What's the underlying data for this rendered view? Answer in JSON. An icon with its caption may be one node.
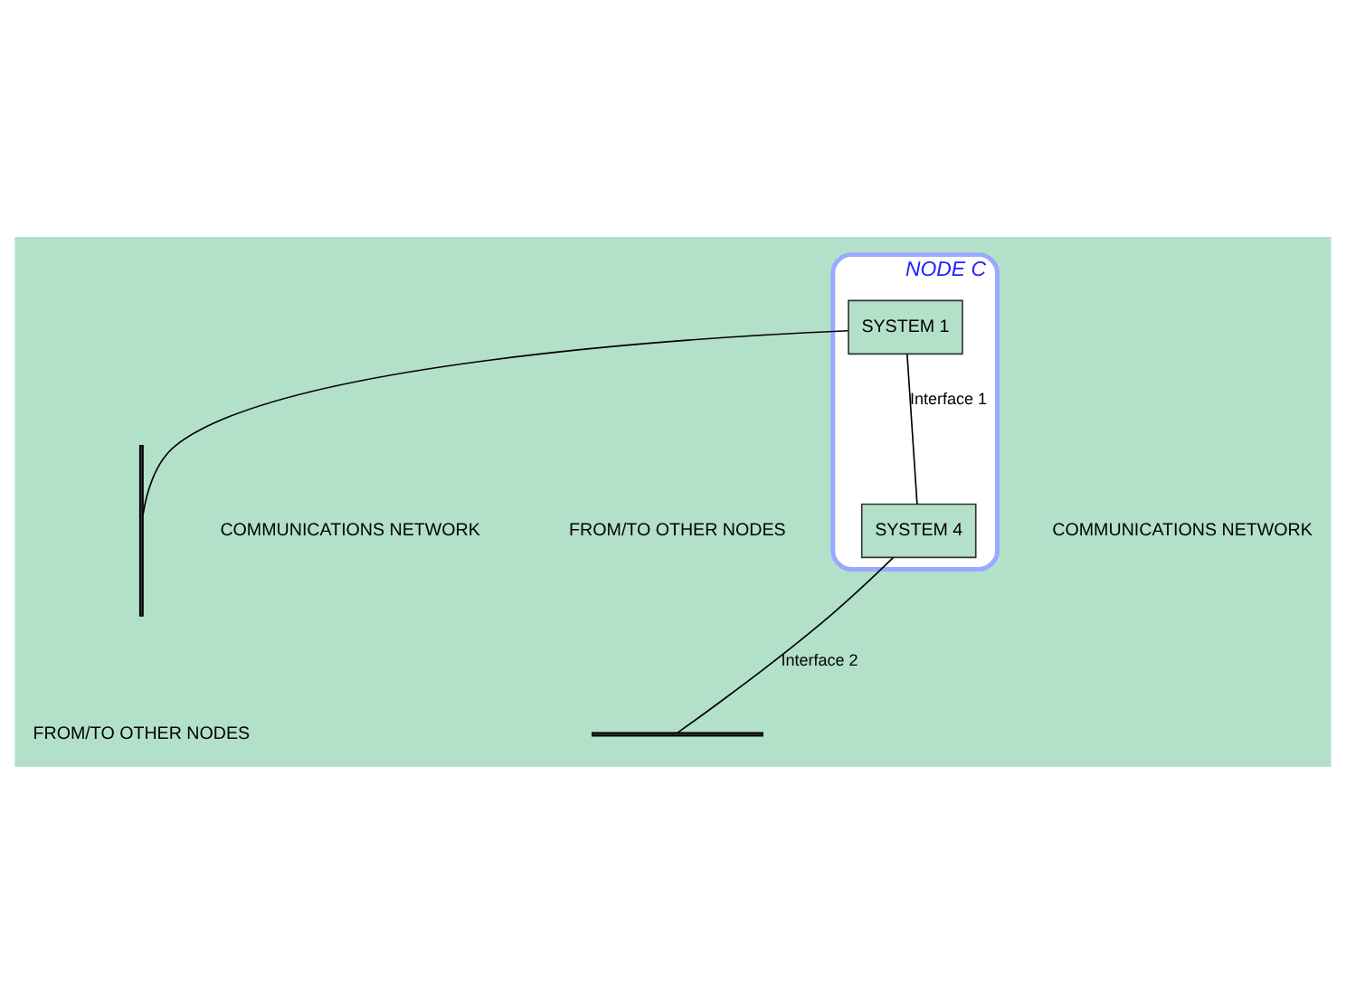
{
  "diagram": {
    "nodes": [
      {
        "text": [
          "NODE C"
        ]
      },
      {
        "text": [
          "SYSTEM 1"
        ],
        "in": 0
      },
      {
        "text": [
          "SYSTEM 4"
        ],
        "in": 0
      },
      {
        "text": [],
        "shape": "bar"
      },
      {
        "text": [],
        "shape": "bar"
      }
    ],
    "edges": [
      {
        "from": 1,
        "to": 2,
        "arrow": "none",
        "label": "Interface 1"
      },
      {
        "from": 1,
        "to": 3,
        "arrow": "none"
      },
      {
        "from": 2,
        "to": 4,
        "arrow": "none",
        "label": "Interface 2"
      }
    ],
    "labels": [
      "COMMUNICATIONS NETWORK",
      "FROM/TO OTHER NODES",
      "COMMUNICATIONS NETWORK",
      "FROM/TO OTHER NODES"
    ]
  }
}
